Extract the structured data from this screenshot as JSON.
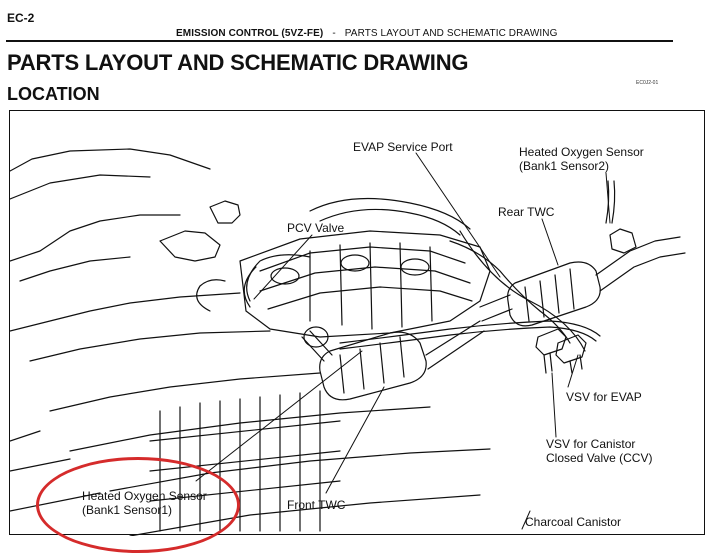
{
  "header": {
    "page_code": "EC-2",
    "section": "EMISSION CONTROL (5VZ-FE)",
    "separator": "-",
    "subtitle": "PARTS LAYOUT AND SCHEMATIC DRAWING"
  },
  "page_title": "PARTS LAYOUT AND SCHEMATIC DRAWING",
  "subsection_title": "LOCATION",
  "figure_id": "EC0J2-01",
  "figure": {
    "callouts": {
      "evap_service_port": "EVAP Service Port",
      "ho2s_bank1_sensor2_line1": "Heated Oxygen Sensor",
      "ho2s_bank1_sensor2_line2": "(Bank1 Sensor2)",
      "rear_twc": "Rear TWC",
      "pcv_valve": "PCV Valve",
      "vsv_for_evap": "VSV for EVAP",
      "vsv_ccv_line1": "VSV for Canistor",
      "vsv_ccv_line2": "Closed Valve (CCV)",
      "ho2s_bank1_sensor1_line1": "Heated Oxygen Sensor",
      "ho2s_bank1_sensor1_line2": "(Bank1 Sensor1)",
      "front_twc": "Front TWC",
      "charcoal_canister": "Charcoal Canistor"
    },
    "highlight_color": "#d52b2b"
  }
}
